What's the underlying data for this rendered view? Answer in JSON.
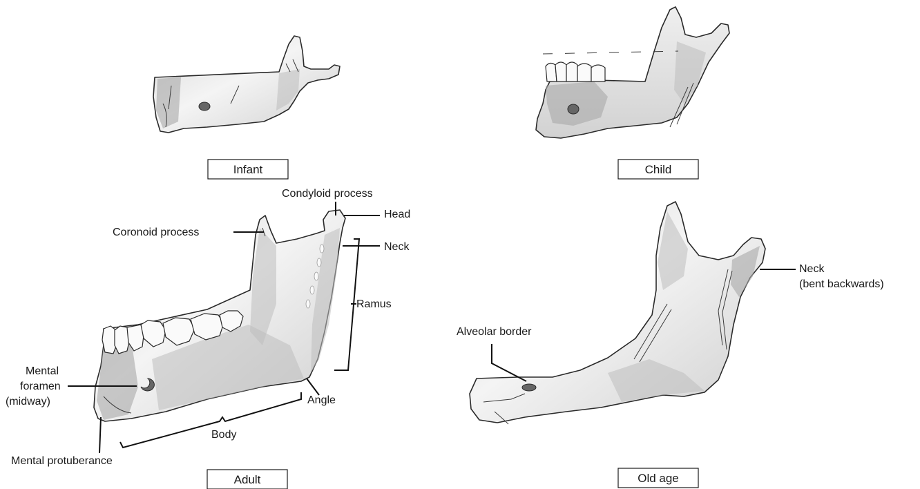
{
  "captions": {
    "infant": "Infant",
    "child": "Child",
    "adult": "Adult",
    "old_age": "Old age"
  },
  "labels": {
    "condyloid_process": "Condyloid process",
    "head": "Head",
    "coronoid_process": "Coronoid process",
    "neck": "Neck",
    "ramus": "Ramus",
    "mental_foramen_line1": "Mental",
    "mental_foramen_line2": "foramen",
    "mental_foramen_line3": "(midway)",
    "angle": "Angle",
    "body": "Body",
    "mental_protuberance": "Mental protuberance",
    "alveolar_border": "Alveolar border",
    "old_neck_line1": "Neck",
    "old_neck_line2": "(bent backwards)"
  }
}
